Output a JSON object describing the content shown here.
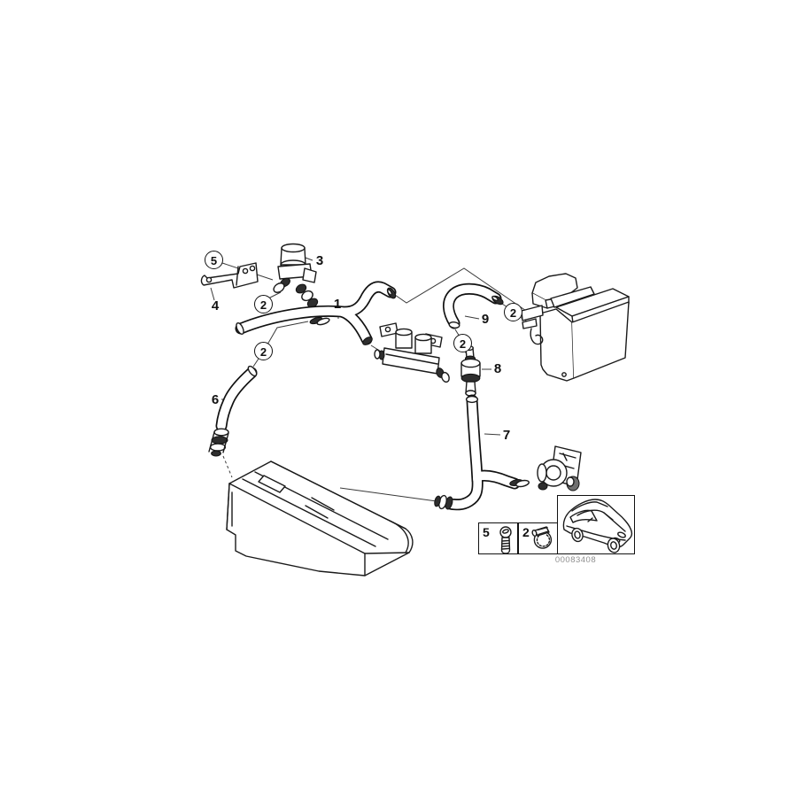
{
  "figure": {
    "kind": "parts-diagram",
    "part_number": "00083408",
    "colors": {
      "line": "#1a1a1a",
      "dark_fill": "#2e2e2e",
      "part_number_text": "#8f8f8f",
      "background": "#ffffff"
    }
  },
  "callouts": [
    {
      "text": "5",
      "style": "circled"
    },
    {
      "text": "4",
      "style": "plain"
    },
    {
      "text": "3",
      "style": "plain"
    },
    {
      "text": "2",
      "style": "circled"
    },
    {
      "text": "2",
      "style": "circled"
    },
    {
      "text": "1",
      "style": "plain"
    },
    {
      "text": "6",
      "style": "plain"
    },
    {
      "text": "9",
      "style": "plain"
    },
    {
      "text": "2",
      "style": "circled"
    },
    {
      "text": "2",
      "style": "circled"
    },
    {
      "text": "8",
      "style": "plain"
    },
    {
      "text": "7",
      "style": "plain"
    }
  ],
  "legend": {
    "items": [
      {
        "label": "5",
        "icon": "screw-icon"
      },
      {
        "label": "2",
        "icon": "hose-clamp-icon"
      }
    ],
    "vehicle_icon": "car-thumbnail"
  }
}
